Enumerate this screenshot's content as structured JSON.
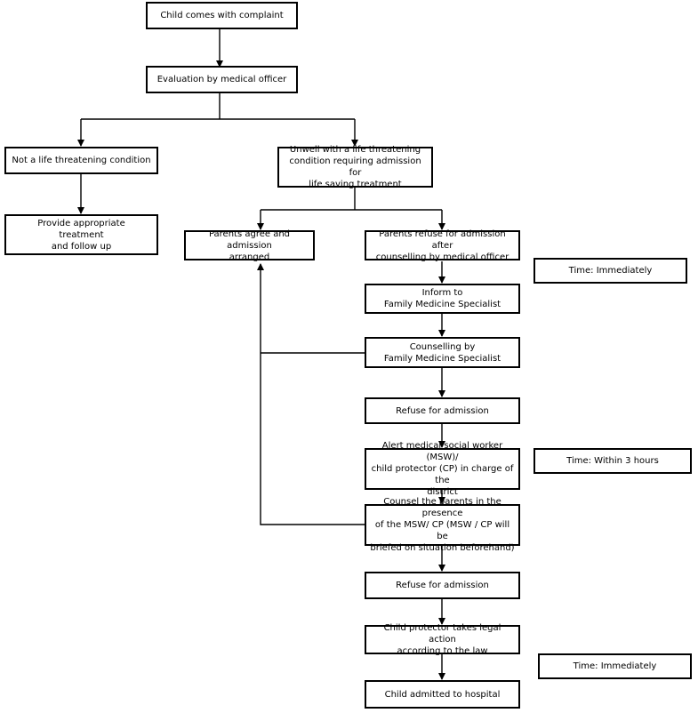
{
  "diagram": {
    "nodes": {
      "complaint": "Child comes with complaint",
      "evaluation": "Evaluation by medical officer",
      "not_life_threatening": "Not a life threatening condition",
      "unwell": "Unwell with a life threatening\ncondition requiring admission for\nlife saving treatment",
      "provide_treatment": "Provide appropriate\ntreatment\nand follow up",
      "parents_agree": "Parents agree and admission\narranged",
      "parents_refuse": "Parents refuse for admission after\ncounselling by medical officer",
      "inform_fms": "Inform to\nFamily Medicine Specialist",
      "counselling_fms": "Counselling by\nFamily Medicine Specialist",
      "refuse_1": "Refuse for admission",
      "alert_msw": "Alert medical social worker (MSW)/\nchild protector (CP) in charge of the\ndistrict",
      "counsel_parents": "Counsel the parents in the presence\nof the MSW/ CP (MSW / CP will be\nbriefed on situation beforehand)",
      "refuse_2": "Refuse for admission",
      "legal_action": "Child protector takes legal action\naccording to the law",
      "admitted": "Child admitted to hospital"
    },
    "time_notes": {
      "immediately_1": "Time: Immediately",
      "within_3_hours": "Time: Within 3 hours",
      "immediately_2": "Time: Immediately"
    }
  }
}
